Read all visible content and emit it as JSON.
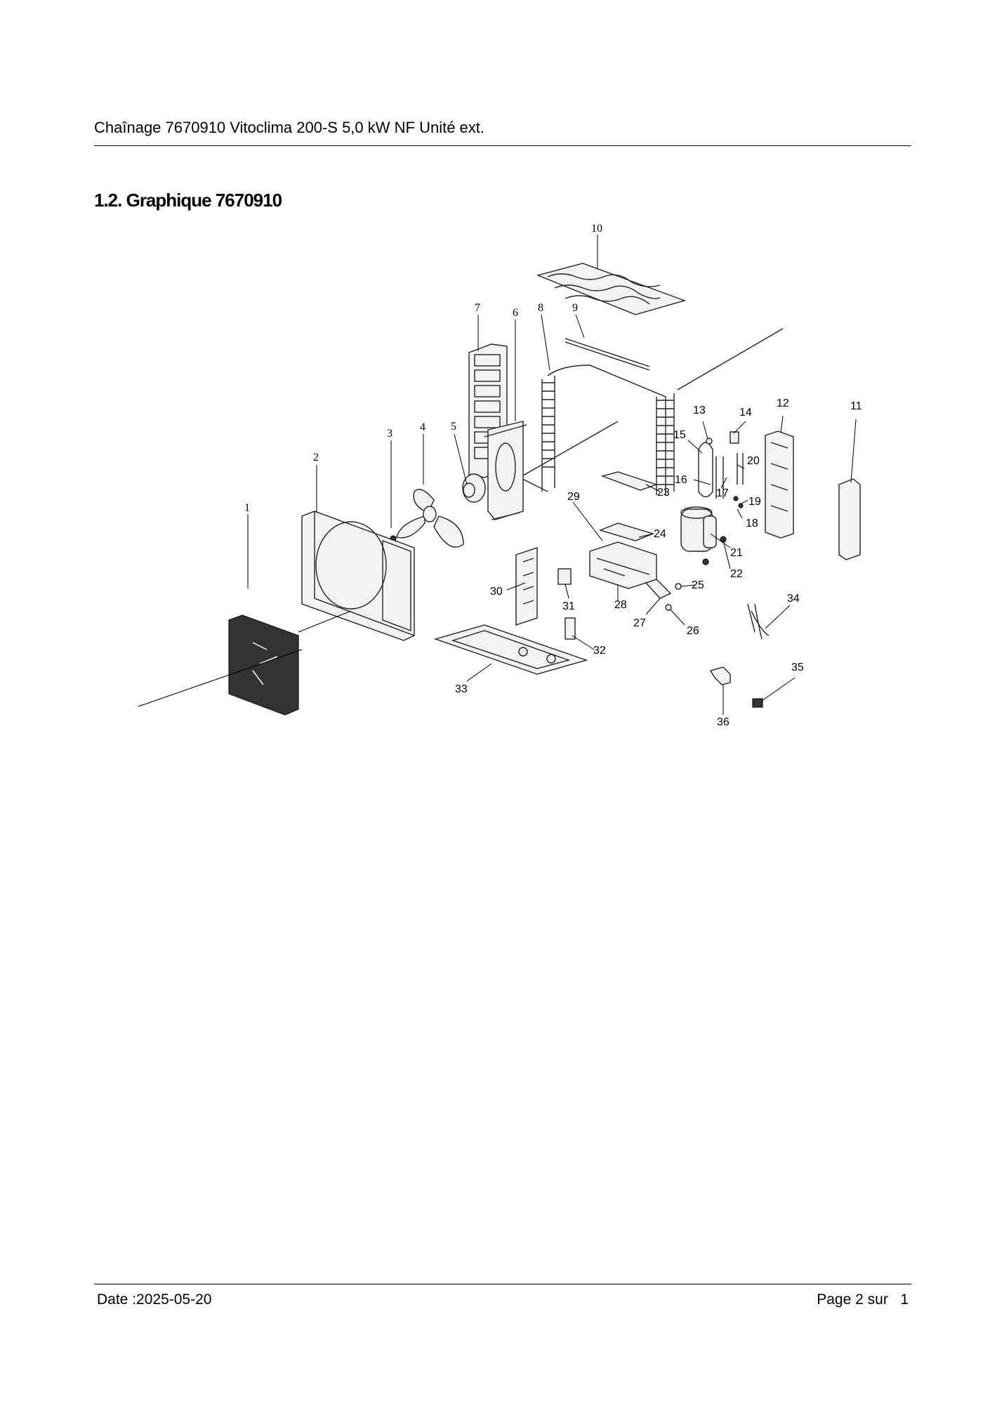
{
  "header": {
    "title": "Chaînage 7670910 Vitoclima 200-S 5,0 kW NF Unité ext."
  },
  "section": {
    "heading": "1.2. Graphique 7670910"
  },
  "diagram": {
    "callouts": [
      "1",
      "2",
      "3",
      "4",
      "5",
      "6",
      "7",
      "8",
      "9",
      "10",
      "11",
      "12",
      "13",
      "14",
      "15",
      "16",
      "17",
      "18",
      "19",
      "20",
      "21",
      "22",
      "23",
      "24",
      "25",
      "26",
      "27",
      "28",
      "29",
      "30",
      "31",
      "32",
      "33",
      "34",
      "35",
      "36"
    ]
  },
  "footer": {
    "date": "Date :2025-05-20",
    "page": "Page 2 sur   1"
  }
}
